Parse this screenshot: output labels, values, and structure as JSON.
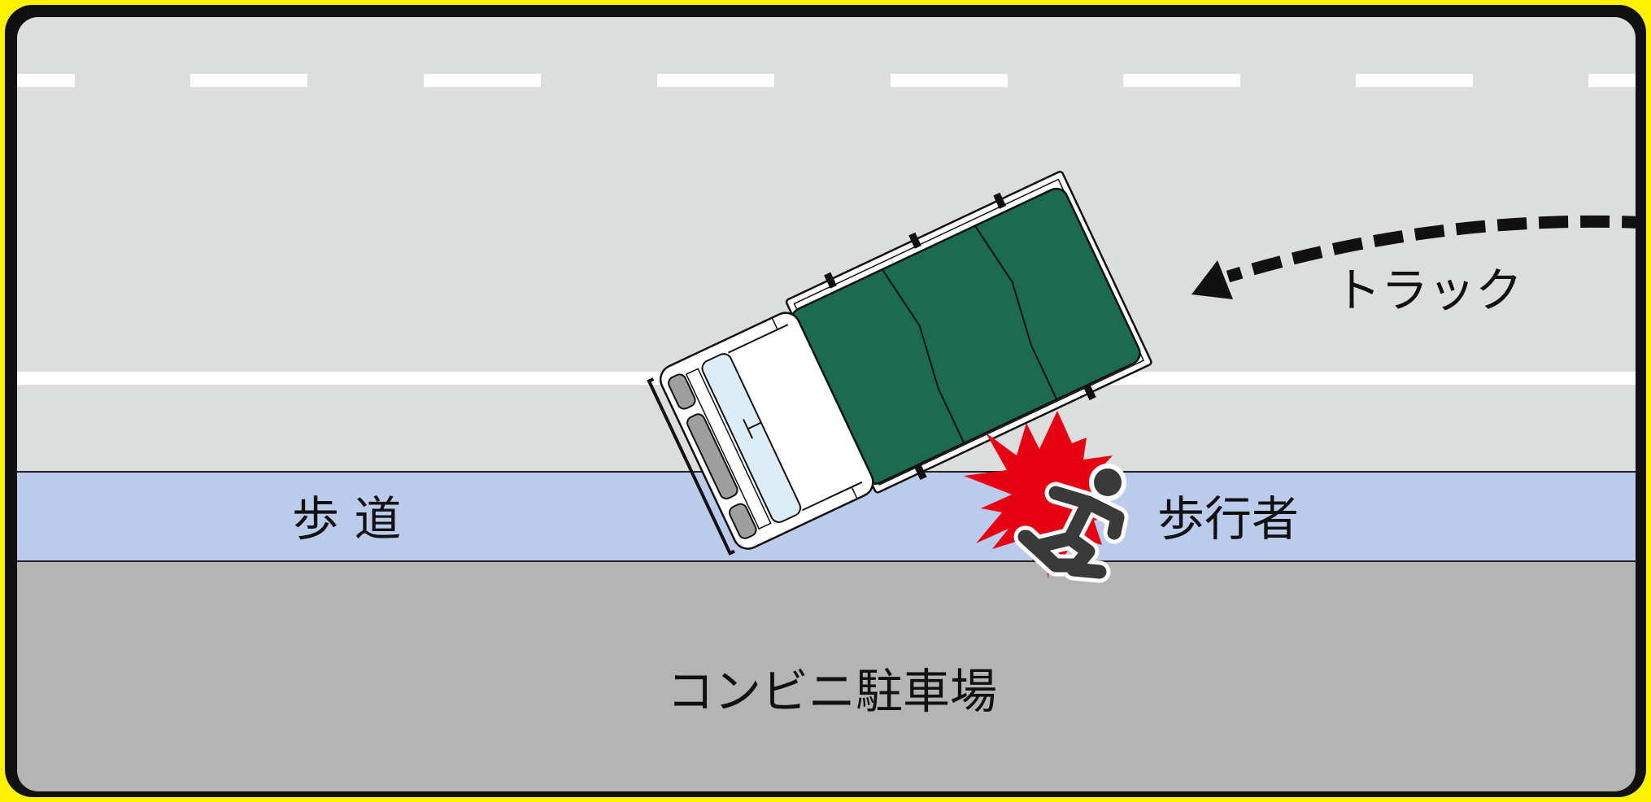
{
  "labels": {
    "truck": "トラック",
    "sidewalk": "歩 道",
    "pedestrian": "歩行者",
    "parking": "コンビニ駐車場"
  },
  "colors": {
    "frame_yellow": "#fff200",
    "frame_black": "#111111",
    "road": "#dcdedd",
    "sidewalk": "#bbcbeb",
    "parking": "#b3b4b3",
    "truck_cargo": "#1a6b50",
    "impact": "#e60012",
    "pedestrian": "#3a3a3a"
  },
  "icons": [
    "truck-icon",
    "collision-burst-icon",
    "running-pedestrian-icon",
    "arrow-head-icon"
  ]
}
